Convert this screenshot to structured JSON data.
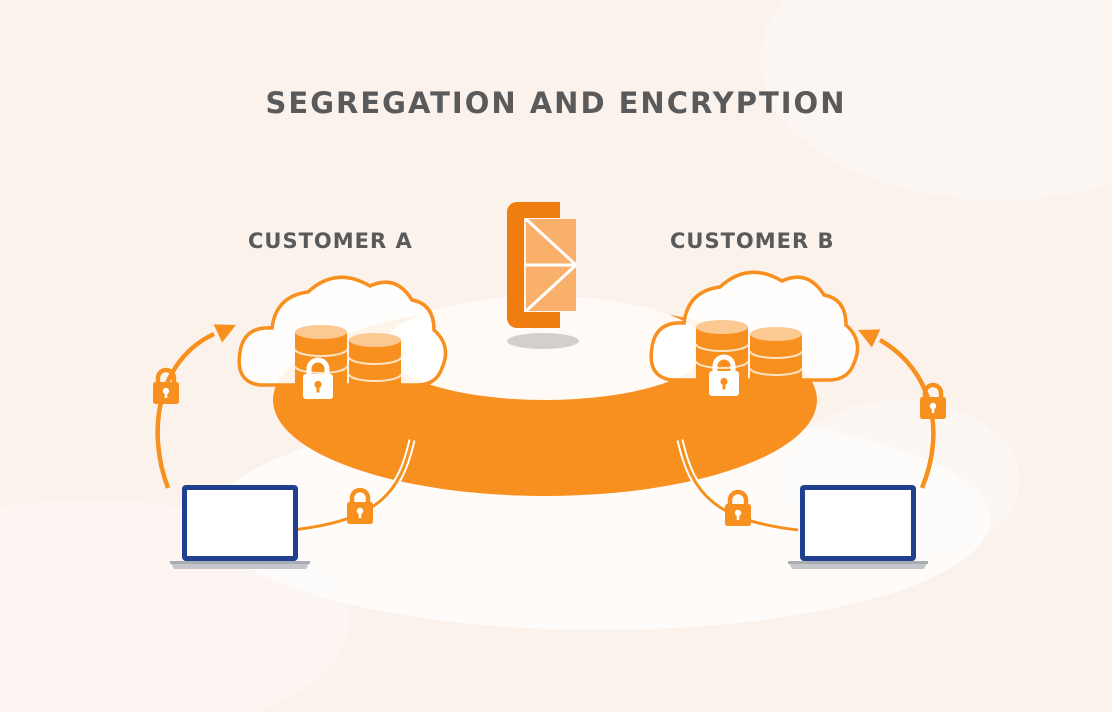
{
  "title": "SEGREGATION AND ENCRYPTION",
  "customers": [
    {
      "label": "CUSTOMER A"
    },
    {
      "label": "CUSTOMER B"
    }
  ],
  "colors": {
    "background": "#fbf2ec",
    "orange": "#f7901e",
    "orange_dark": "#ef7d10",
    "orange_light": "#f9b06a",
    "laptop_frame": "#213f8f",
    "text": "#5a5a5a"
  },
  "icons": [
    "cloud-icon",
    "database-icon",
    "padlock-icon",
    "laptop-icon",
    "arrow-icon",
    "firewall-icon"
  ]
}
